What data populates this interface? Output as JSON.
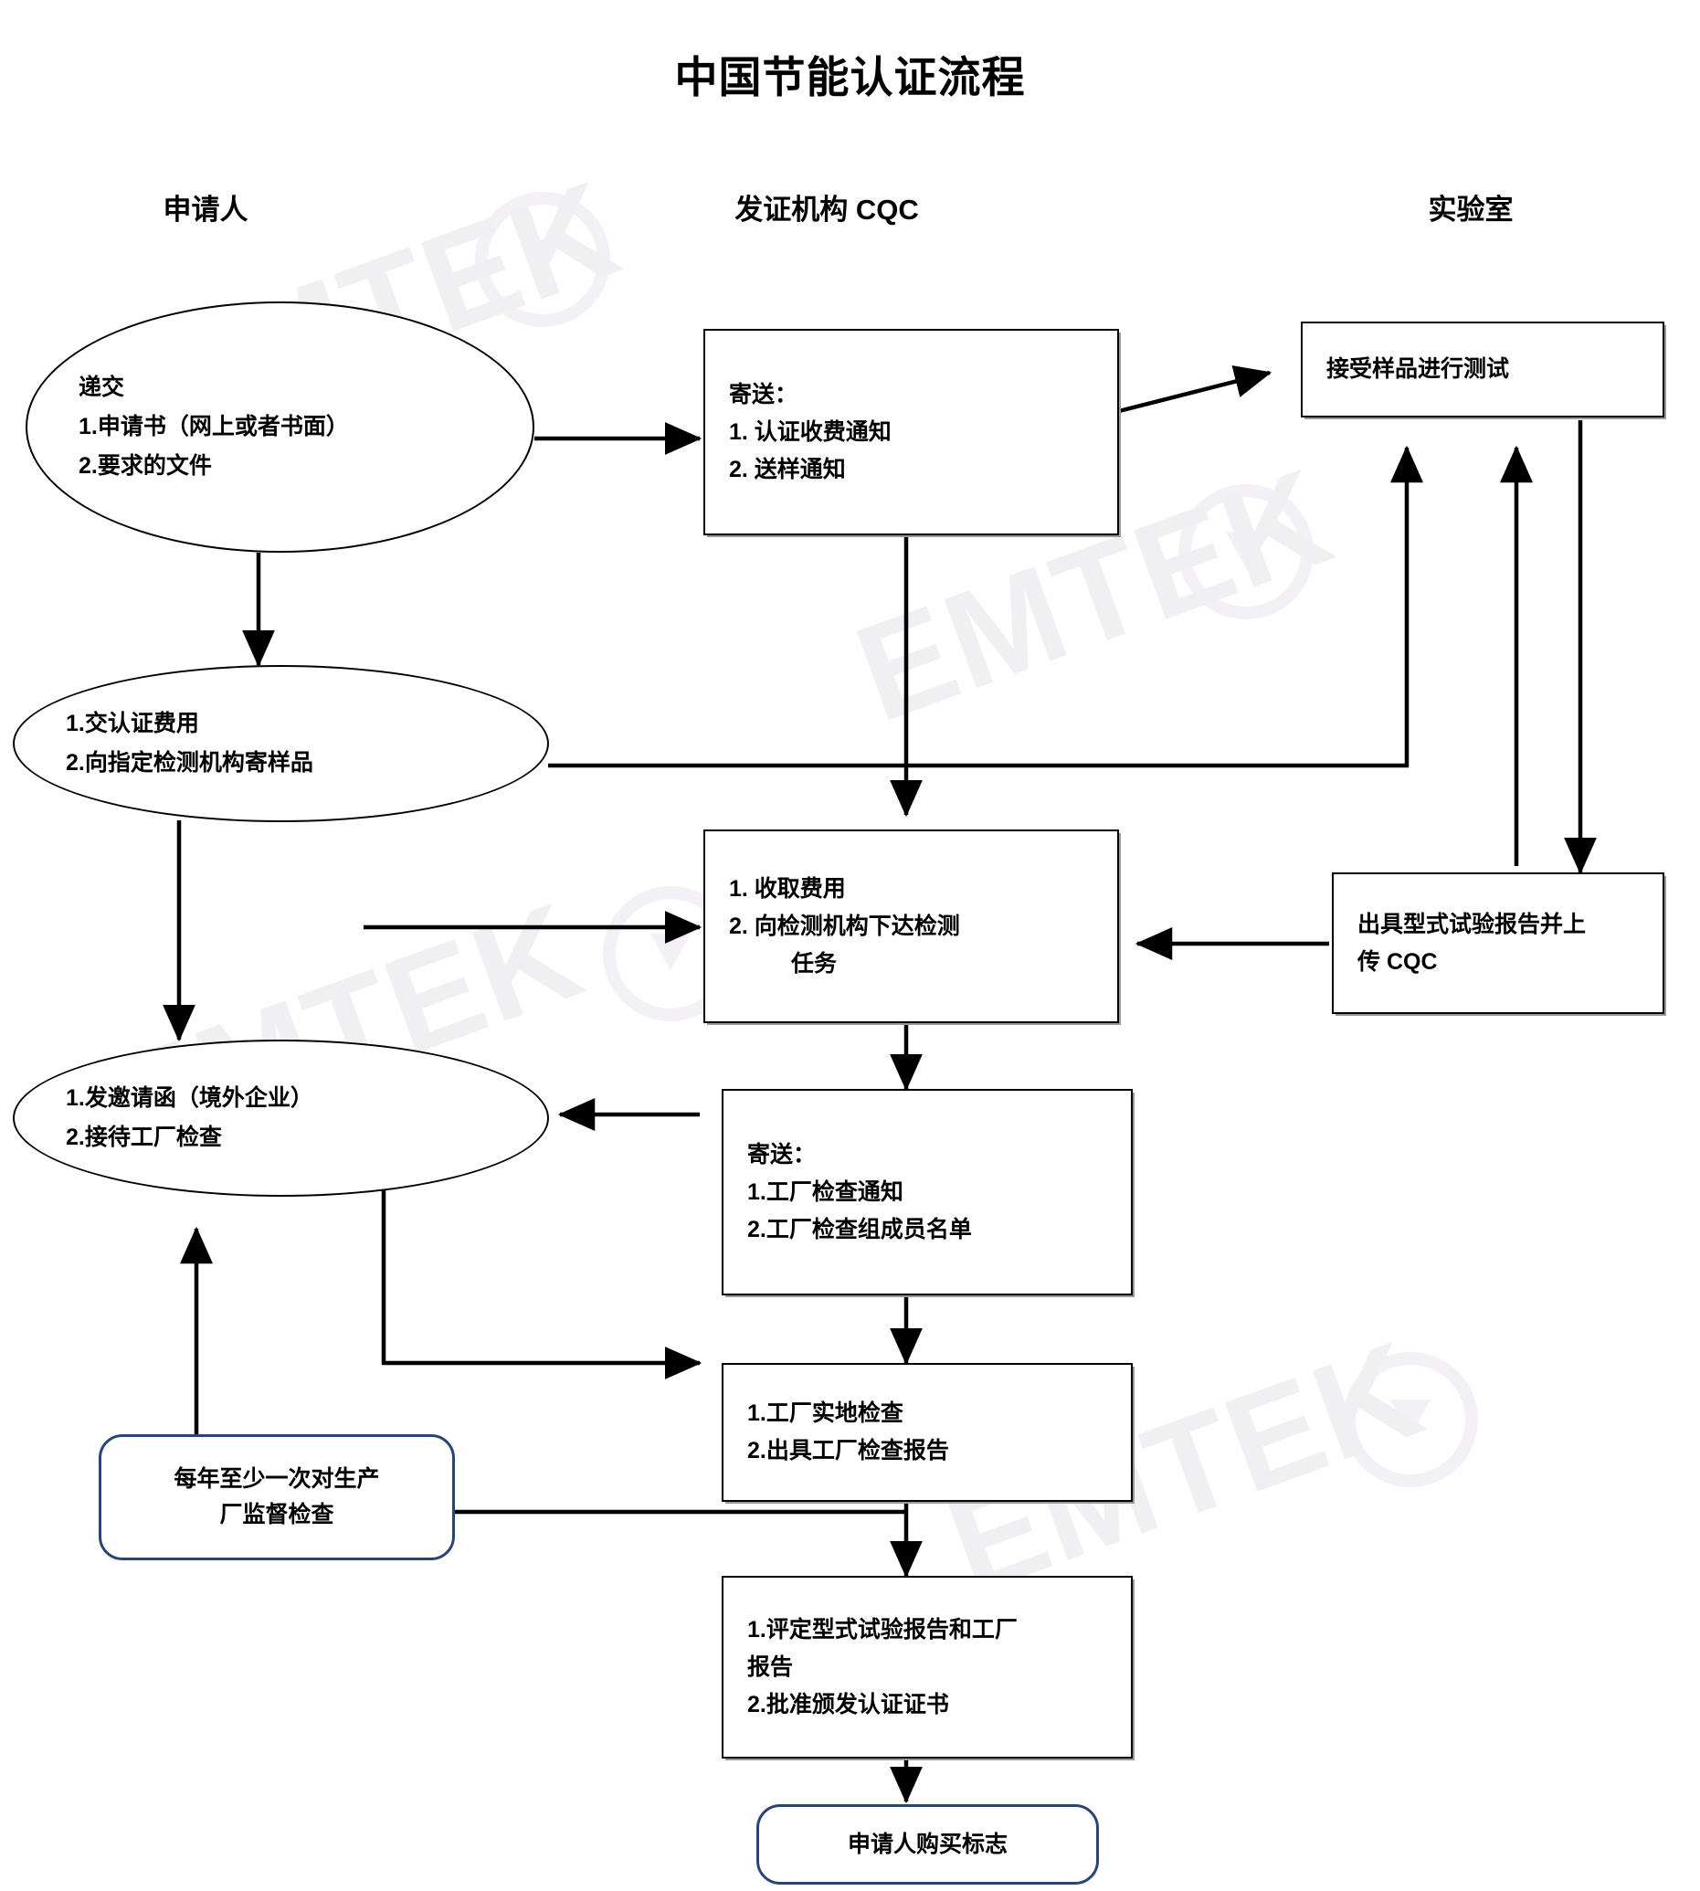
{
  "title": "中国节能认证流程",
  "columns": [
    {
      "id": "applicant",
      "label": "申请人"
    },
    {
      "id": "cqc",
      "label": "发证机构 CQC"
    },
    {
      "id": "lab",
      "label": "实验室"
    }
  ],
  "colors": {
    "node_border": "#000000",
    "rounded_border": "#2a4575",
    "shadow": "#9a9a9a",
    "watermark": "#f0f0f2",
    "background": "#ffffff",
    "text": "#000000"
  },
  "watermark": {
    "text": "EMTEK",
    "logo": "play-circle-icon"
  },
  "nodes": [
    {
      "id": "n1-apply",
      "shape": "ellipse",
      "column": "applicant",
      "lines": [
        "递交",
        "1.申请书（网上或者书面）",
        "2.要求的文件"
      ]
    },
    {
      "id": "n2-cqc-send1",
      "shape": "rectangle",
      "column": "cqc",
      "lines": [
        "寄送：",
        "1.    认证收费通知",
        "2.    送样通知"
      ]
    },
    {
      "id": "n3-lab-receive",
      "shape": "rectangle",
      "column": "lab",
      "lines": [
        "接受样品进行测试"
      ]
    },
    {
      "id": "n4-pay-sample",
      "shape": "ellipse",
      "column": "applicant",
      "lines": [
        "1.交认证费用",
        "2.向指定检测机构寄样品"
      ]
    },
    {
      "id": "n5-cqc-collect",
      "shape": "rectangle",
      "column": "cqc",
      "lines": [
        "1.    收取费用",
        "2.    向检测机构下达检测",
        "任务"
      ]
    },
    {
      "id": "n6-lab-report",
      "shape": "rectangle",
      "column": "lab",
      "lines": [
        "出具型式试验报告并上",
        "传 CQC"
      ]
    },
    {
      "id": "n7-invite-host",
      "shape": "ellipse",
      "column": "applicant",
      "lines": [
        "1.发邀请函（境外企业）",
        "2.接待工厂检查"
      ]
    },
    {
      "id": "n8-cqc-send2",
      "shape": "rectangle",
      "column": "cqc",
      "lines": [
        "寄送：",
        "1.工厂检查通知",
        "2.工厂检查组成员名单"
      ]
    },
    {
      "id": "n9-factory-audit",
      "shape": "rectangle",
      "column": "cqc",
      "lines": [
        "1.工厂实地检查",
        "2.出具工厂检查报告"
      ]
    },
    {
      "id": "n10-supervision",
      "shape": "rounded",
      "column": "applicant",
      "lines": [
        "每年至少一次对生产",
        "厂监督检查"
      ]
    },
    {
      "id": "n11-evaluate",
      "shape": "rectangle",
      "column": "cqc",
      "lines": [
        "1.评定型式试验报告和工厂",
        "报告",
        "2.批准颁发认证证书"
      ]
    },
    {
      "id": "n12-buy-mark",
      "shape": "rounded",
      "column": "cqc",
      "lines": [
        "申请人购买标志"
      ]
    }
  ],
  "edges": [
    {
      "from": "n1-apply",
      "to": "n2-cqc-send1",
      "kind": "arrow-right"
    },
    {
      "from": "n1-apply",
      "to": "n4-pay-sample",
      "kind": "arrow-down"
    },
    {
      "from": "n2-cqc-send1",
      "to": "n3-lab-receive",
      "kind": "arrow-right"
    },
    {
      "from": "n2-cqc-send1",
      "to": "n5-cqc-collect",
      "kind": "arrow-down"
    },
    {
      "from": "n4-pay-sample",
      "to": "n3-lab-receive",
      "kind": "arrow-up-right"
    },
    {
      "from": "n4-pay-sample",
      "to": "n5-cqc-collect",
      "kind": "arrow-right"
    },
    {
      "from": "n4-pay-sample",
      "to": "n7-invite-host",
      "kind": "arrow-down"
    },
    {
      "from": "n3-lab-receive",
      "to": "n6-lab-report",
      "kind": "arrow-down"
    },
    {
      "from": "n6-lab-report",
      "to": "n5-cqc-collect",
      "kind": "arrow-left"
    },
    {
      "from": "n6-lab-report",
      "to": "n3-lab-receive",
      "kind": "arrow-up"
    },
    {
      "from": "n5-cqc-collect",
      "to": "n8-cqc-send2",
      "kind": "arrow-down"
    },
    {
      "from": "n8-cqc-send2",
      "to": "n7-invite-host",
      "kind": "arrow-left"
    },
    {
      "from": "n8-cqc-send2",
      "to": "n9-factory-audit",
      "kind": "arrow-down"
    },
    {
      "from": "n7-invite-host",
      "to": "n9-factory-audit",
      "kind": "arrow-right"
    },
    {
      "from": "n9-factory-audit",
      "to": "n11-evaluate",
      "kind": "arrow-down"
    },
    {
      "from": "n10-supervision",
      "to": "n7-invite-host",
      "kind": "arrow-up"
    },
    {
      "from": "n10-supervision",
      "to": "n9-factory-audit",
      "kind": "line-right"
    },
    {
      "from": "n11-evaluate",
      "to": "n12-buy-mark",
      "kind": "arrow-down"
    }
  ]
}
